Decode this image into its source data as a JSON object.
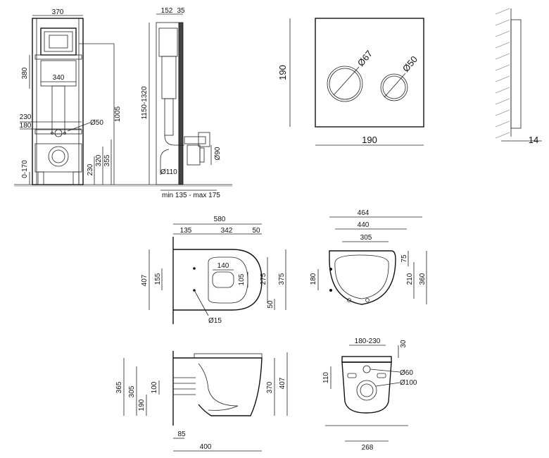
{
  "views": {
    "frame_front": {
      "width_top": "370",
      "h380": "380",
      "w340": "340",
      "h1005": "1005",
      "w230": "230",
      "w180": "180",
      "d50": "Ø50",
      "h0_170": "0-170",
      "h230": "230",
      "h320": "320",
      "h355": "355"
    },
    "frame_side": {
      "d152": "152",
      "d35": "35",
      "h1150_1320": "1150-1320",
      "d90": "Ø90",
      "d110": "Ø110",
      "depth_range": "min 135 - max 175"
    },
    "flush_plate": {
      "height": "190",
      "width": "190",
      "d67": "Ø67",
      "d50": "Ø50"
    },
    "plate_side": {
      "thickness": "14"
    },
    "toilet_top": {
      "w580": "580",
      "w135": "135",
      "w342": "342",
      "w50": "50",
      "w140": "140",
      "h407": "407",
      "h155": "155",
      "h105": "105",
      "h275": "275",
      "h375": "375",
      "h50": "50",
      "d15": "Ø15"
    },
    "seat_top": {
      "w464": "464",
      "w440": "440",
      "w305": "305",
      "h180": "180",
      "h75": "75",
      "h210": "210",
      "h360": "360"
    },
    "toilet_side": {
      "h365": "365",
      "h305": "305",
      "h100": "100",
      "h190": "190",
      "h370": "370",
      "h407": "407",
      "w85": "85",
      "w400": "400"
    },
    "toilet_back": {
      "w180_230": "180-230",
      "h30": "30",
      "h110": "110",
      "d60": "Ø60",
      "d100": "Ø100",
      "w268": "268"
    }
  }
}
